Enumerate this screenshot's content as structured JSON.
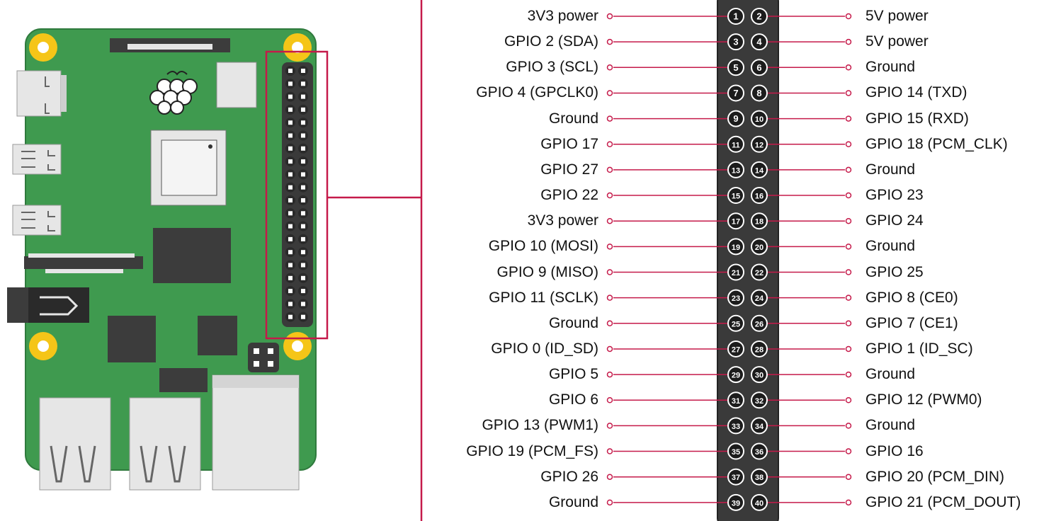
{
  "colors": {
    "accent": "#c51a4a",
    "board_green": "#3f9a4f",
    "board_edge": "#2f7a3d",
    "header_dark": "#3a3a3a",
    "pin_fill": "#1c1c1c",
    "hole_yellow": "#f5c518",
    "metal_light": "#e6e6e6",
    "chip_dark": "#3c3c3c"
  },
  "board": {
    "logo": "raspberry-pi-logo"
  },
  "pins": [
    {
      "n": "1",
      "label": "3V3 power"
    },
    {
      "n": "2",
      "label": "5V power"
    },
    {
      "n": "3",
      "label": "GPIO 2 (SDA)"
    },
    {
      "n": "4",
      "label": "5V power"
    },
    {
      "n": "5",
      "label": "GPIO 3 (SCL)"
    },
    {
      "n": "6",
      "label": "Ground"
    },
    {
      "n": "7",
      "label": "GPIO 4 (GPCLK0)"
    },
    {
      "n": "8",
      "label": "GPIO 14 (TXD)"
    },
    {
      "n": "9",
      "label": "Ground"
    },
    {
      "n": "10",
      "label": "GPIO 15 (RXD)"
    },
    {
      "n": "11",
      "label": "GPIO 17"
    },
    {
      "n": "12",
      "label": "GPIO 18 (PCM_CLK)"
    },
    {
      "n": "13",
      "label": "GPIO 27"
    },
    {
      "n": "14",
      "label": "Ground"
    },
    {
      "n": "15",
      "label": "GPIO 22"
    },
    {
      "n": "16",
      "label": "GPIO 23"
    },
    {
      "n": "17",
      "label": "3V3 power"
    },
    {
      "n": "18",
      "label": "GPIO 24"
    },
    {
      "n": "19",
      "label": "GPIO 10 (MOSI)"
    },
    {
      "n": "20",
      "label": "Ground"
    },
    {
      "n": "21",
      "label": "GPIO 9 (MISO)"
    },
    {
      "n": "22",
      "label": "GPIO 25"
    },
    {
      "n": "23",
      "label": "GPIO 11 (SCLK)"
    },
    {
      "n": "24",
      "label": "GPIO 8 (CE0)"
    },
    {
      "n": "25",
      "label": "Ground"
    },
    {
      "n": "26",
      "label": "GPIO 7 (CE1)"
    },
    {
      "n": "27",
      "label": "GPIO 0 (ID_SD)"
    },
    {
      "n": "28",
      "label": "GPIO 1 (ID_SC)"
    },
    {
      "n": "29",
      "label": "GPIO 5"
    },
    {
      "n": "30",
      "label": "Ground"
    },
    {
      "n": "31",
      "label": "GPIO 6"
    },
    {
      "n": "32",
      "label": "GPIO 12 (PWM0)"
    },
    {
      "n": "33",
      "label": "GPIO 13 (PWM1)"
    },
    {
      "n": "34",
      "label": "Ground"
    },
    {
      "n": "35",
      "label": "GPIO 19 (PCM_FS)"
    },
    {
      "n": "36",
      "label": "GPIO 16"
    },
    {
      "n": "37",
      "label": "GPIO 26"
    },
    {
      "n": "38",
      "label": "GPIO 20 (PCM_DIN)"
    },
    {
      "n": "39",
      "label": "Ground"
    },
    {
      "n": "40",
      "label": "GPIO 21 (PCM_DOUT)"
    }
  ]
}
